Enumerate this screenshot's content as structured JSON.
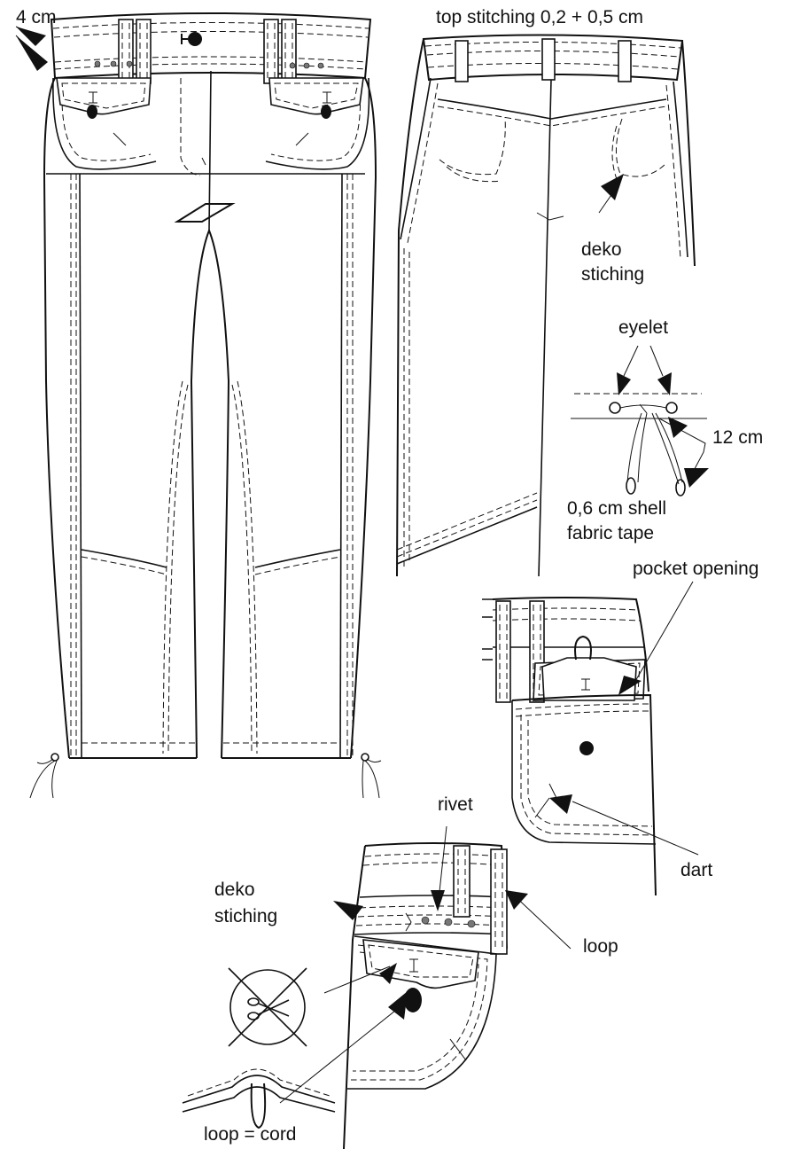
{
  "labels": {
    "waistband_width": "4 cm",
    "top_stitching": "top stitching 0,2 + 0,5 cm",
    "deko_stitching_back_1": "deko",
    "deko_stitching_back_2": "stiching",
    "eyelet": "eyelet",
    "cord_length": "12 cm",
    "tape_1": "0,6 cm shell",
    "tape_2": "fabric tape",
    "pocket_opening": "pocket opening",
    "dart": "dart",
    "rivet": "rivet",
    "deko_stitching_detail_1": "deko",
    "deko_stitching_detail_2": "stiching",
    "loop": "loop",
    "loop_cord": "loop = cord"
  }
}
